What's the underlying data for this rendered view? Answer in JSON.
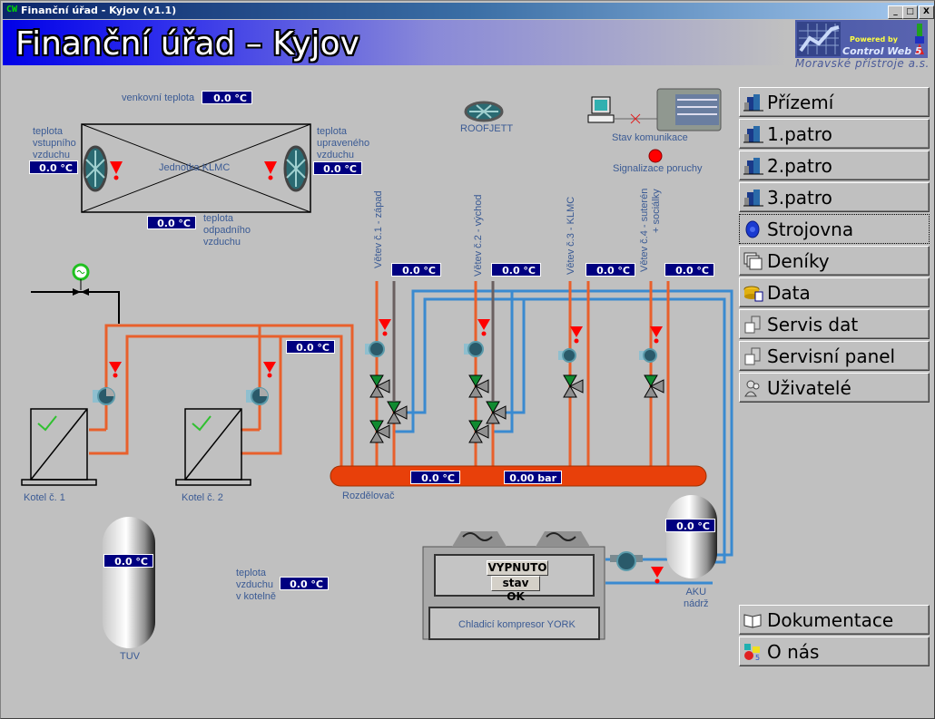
{
  "window": {
    "app_icon": "CW",
    "title": "Finanční úřad - Kyjov (v1.1)",
    "controls": {
      "minimize": "_",
      "maximize": "□",
      "close": "X"
    }
  },
  "header": {
    "title": "Finanční úřad – Kyjov",
    "logo_powered": "Powered by",
    "logo_product": "Control Web 5",
    "company": "Moravské přístroje a.s."
  },
  "nav": {
    "items": [
      {
        "label": "Přízemí",
        "icon": "building-icon"
      },
      {
        "label": "1.patro",
        "icon": "building-icon"
      },
      {
        "label": "2.patro",
        "icon": "building-icon"
      },
      {
        "label": "3.patro",
        "icon": "building-icon"
      },
      {
        "label": "Strojovna",
        "icon": "gear-icon",
        "active": true
      },
      {
        "label": "Deníky",
        "icon": "log-icon"
      },
      {
        "label": "Data",
        "icon": "database-icon"
      },
      {
        "label": "Servis dat",
        "icon": "server-icon"
      },
      {
        "label": "Servisní panel",
        "icon": "server-icon"
      },
      {
        "label": "Uživatelé",
        "icon": "users-icon"
      }
    ],
    "bottom": [
      {
        "label": "Dokumentace",
        "icon": "book-icon"
      },
      {
        "label": "O nás",
        "icon": "about-icon"
      }
    ]
  },
  "klmc": {
    "outdoor_label": "venkovní teplota",
    "outdoor_value": "0.0 °C",
    "intake_label": [
      "teplota",
      "vstupního",
      "vzduchu"
    ],
    "intake_value": "0.0 °C",
    "supply_label": [
      "teplota",
      "upraveného",
      "vzduchu"
    ],
    "supply_value": "0.0 °C",
    "exhaust_label": [
      "teplota",
      "odpadního",
      "vzduchu"
    ],
    "exhaust_value": "0.0 °C",
    "unit_label": "Jednotka KLMC"
  },
  "roofjett_label": "ROOFJETT",
  "communication": {
    "status_label": "Stav komunikace",
    "fault_label": "Signalizace poruchy",
    "fault_color": "#ff0000"
  },
  "branches": [
    {
      "label": "Větev č.1 - západ",
      "value": "0.0 °C"
    },
    {
      "label": "Větev č.2 - východ",
      "value": "0.0 °C"
    },
    {
      "label": "Větev č.3 - KLMC",
      "value": "0.0 °C"
    },
    {
      "label": "Větev č.4 - suterén",
      "label2": "+ sociálky",
      "value": "0.0 °C"
    }
  ],
  "boilers": {
    "return_value": "0.0 °C",
    "items": [
      {
        "label": "Kotel č. 1"
      },
      {
        "label": "Kotel č. 2"
      }
    ]
  },
  "distributor": {
    "label": "Rozdělovač",
    "temp": "0.0 °C",
    "pressure": "0.00 bar"
  },
  "tuv": {
    "label": "TUV",
    "value": "0.0 °C"
  },
  "boiler_room": {
    "label": [
      "teplota",
      "vzduchu",
      "v kotelně"
    ],
    "value": "0.0 °C"
  },
  "chiller": {
    "state": "VYPNUTO",
    "status": "stav OK",
    "label": "Chladicí kompresor YORK"
  },
  "aku": {
    "label": [
      "AKU",
      "nádrž"
    ],
    "value": "0.0 °C"
  },
  "colors": {
    "hot_pipe": "#e8602c",
    "cold_pipe": "#3a8ad0",
    "value_bg": "#000080",
    "alarm": "#ff0000",
    "ok": "#30c030"
  }
}
